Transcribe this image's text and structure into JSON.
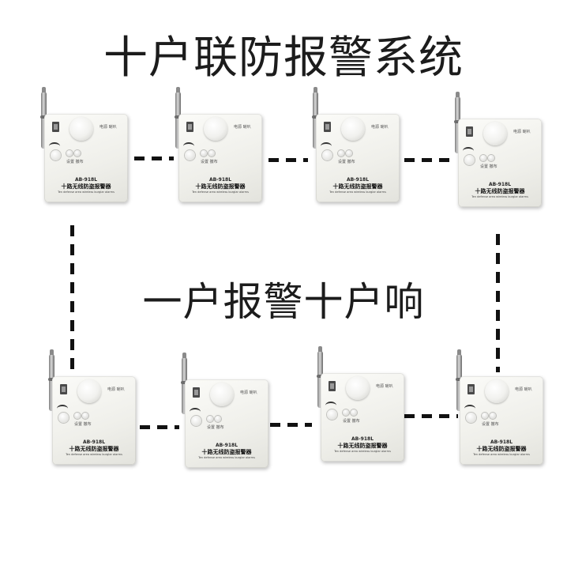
{
  "title": "十户联防报警系统",
  "subtitle": "一户报警十户响",
  "device": {
    "model": "AB-918L",
    "name_cn": "十路无线防盗报警器",
    "name_en": "Ten defense area wireless burglar alarms",
    "top_label": "电源 喇叭",
    "button_label": "设置 撤布"
  },
  "colors": {
    "background": "#ffffff",
    "text": "#1c1c1c",
    "dash": "#111111",
    "device_body": "#f2f2ee"
  }
}
